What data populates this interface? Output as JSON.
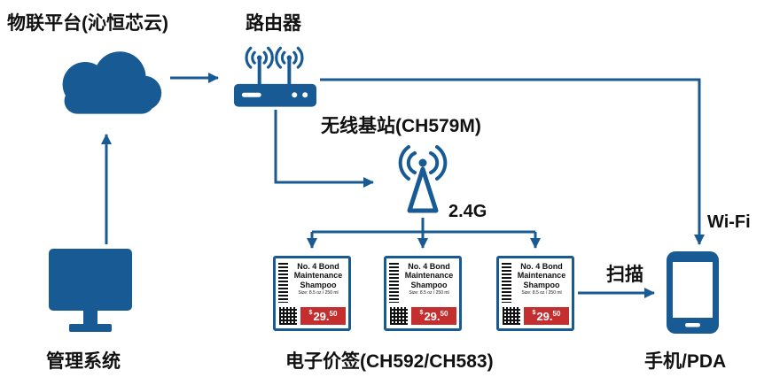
{
  "colors": {
    "primary": "#185A93",
    "price_red": "#C52E2E"
  },
  "nodes": {
    "cloud_label": "物联平台(沁恒芯云)",
    "router_label": "路由器",
    "station_label": "无线基站(CH579M)",
    "tags_label": "电子价签(CH592/CH583)",
    "computer_label": "管理系统",
    "phone_label": "手机/PDA"
  },
  "edges": {
    "freq_label": "2.4G",
    "wifi_label": "Wi-Fi",
    "scan_label": "扫描"
  },
  "price_tag": {
    "line1": "No. 4 Bond",
    "line2": "Maintenance",
    "line3": "Shampoo",
    "line4": "Size: 8.5 oz / 250 ml",
    "currency": "$",
    "price_main": "29.",
    "price_cents": "50"
  }
}
